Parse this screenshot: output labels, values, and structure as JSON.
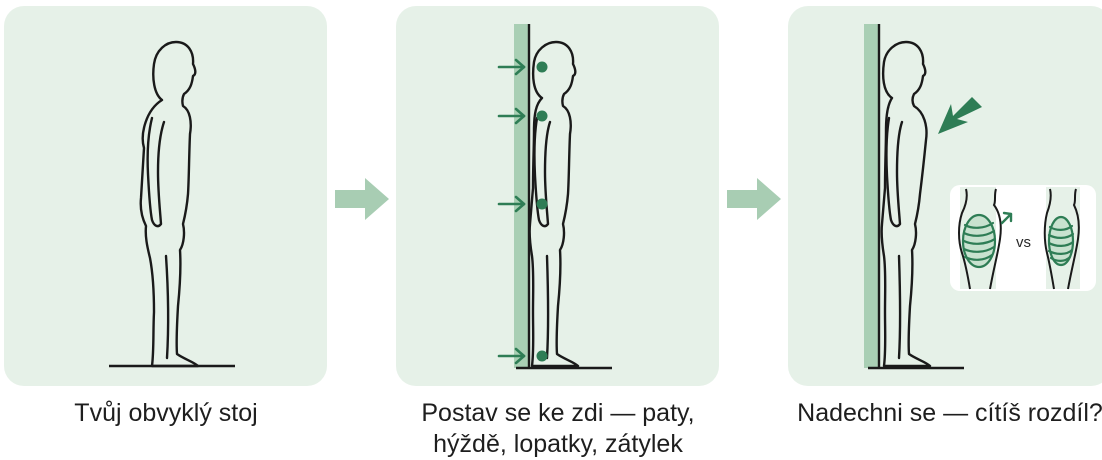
{
  "steps": [
    {
      "caption": "Tvůj obvyklý stoj"
    },
    {
      "caption_line1": "Postav se ke zdi — paty,",
      "caption_line2": "hýždě, lopatky, zátylek"
    },
    {
      "caption": "Nadechni se — cítíš rozdíl?"
    }
  ],
  "inset": {
    "vs_label": "vs"
  },
  "colors": {
    "panel_bg": "#e6f1e8",
    "accent": "#2e7d55",
    "wall": "#a9cfb4",
    "step_arrow": "#a8cdb3",
    "outline": "#1a1a1a"
  },
  "icons": [
    "step-arrow-icon",
    "pointer-arrow-icon",
    "contact-dot-icon",
    "chest-arrow-icon",
    "ribcage-icon"
  ]
}
